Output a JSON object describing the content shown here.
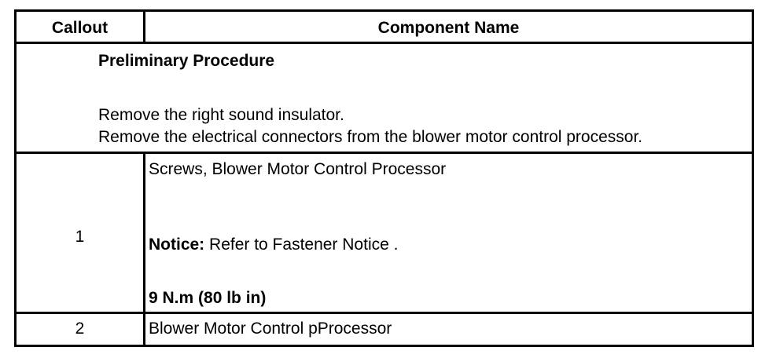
{
  "table": {
    "headers": {
      "callout": "Callout",
      "component_name": "Component Name"
    },
    "preliminary": {
      "title": "Preliminary Procedure",
      "steps": [
        "Remove the right sound insulator.",
        "Remove the electrical connectors from the blower motor control processor."
      ]
    },
    "rows": [
      {
        "callout": "1",
        "name": "Screws, Blower Motor Control Processor",
        "notice_label": "Notice:",
        "notice_text": " Refer to Fastener Notice .",
        "torque": "9 N.m (80 lb in)"
      },
      {
        "callout": "2",
        "name": "Blower Motor Control pProcessor"
      }
    ]
  }
}
